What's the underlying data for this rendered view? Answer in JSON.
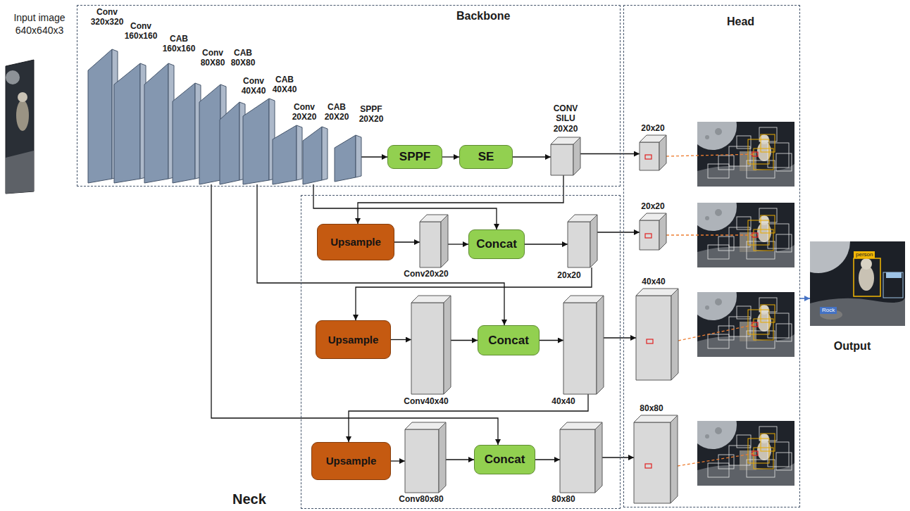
{
  "diagram": {
    "nodes": [
      {
        "text": [
          "Input image 640x640x3"
        ]
      },
      {
        "text": [
          "Backbone"
        ]
      },
      {
        "text": [
          "Conv 320x320"
        ],
        "in": 1
      },
      {
        "text": [
          "Conv 160x160"
        ],
        "in": 1
      },
      {
        "text": [
          "CAB 160x160"
        ],
        "in": 1
      },
      {
        "text": [
          "Conv 80X80"
        ],
        "in": 1
      },
      {
        "text": [
          "CAB 80X80"
        ],
        "in": 1
      },
      {
        "text": [
          "Conv 40X40"
        ],
        "in": 1
      },
      {
        "text": [
          "CAB 40X40"
        ],
        "in": 1
      },
      {
        "text": [
          "Conv 20X20"
        ],
        "in": 1
      },
      {
        "text": [
          "CAB 20X20"
        ],
        "in": 1
      },
      {
        "text": [
          "SPPF 20X20"
        ],
        "in": 1
      },
      {
        "text": [
          "SPPF"
        ],
        "in": 1
      },
      {
        "text": [
          "SE"
        ],
        "in": 1
      },
      {
        "text": [
          "CONV SILU 20X20"
        ],
        "in": 1
      },
      {
        "text": [
          "Head"
        ]
      },
      {
        "text": [
          "20x20"
        ],
        "in": 15
      },
      {
        "text": [
          "20x20"
        ],
        "in": 15
      },
      {
        "text": [
          "40x40"
        ],
        "in": 15
      },
      {
        "text": [
          "80x80"
        ],
        "in": 15
      },
      {
        "text": [
          "Neck"
        ]
      },
      {
        "text": [
          "Upsample"
        ],
        "in": 20
      },
      {
        "text": [
          "Conv20x20"
        ],
        "in": 20
      },
      {
        "text": [
          "Concat"
        ],
        "in": 20
      },
      {
        "text": [
          "20x20"
        ],
        "in": 20
      },
      {
        "text": [
          "Upsample"
        ],
        "in": 20
      },
      {
        "text": [
          "Conv40x40"
        ],
        "in": 20
      },
      {
        "text": [
          "Concat"
        ],
        "in": 20
      },
      {
        "text": [
          "40x40"
        ],
        "in": 20
      },
      {
        "text": [
          "Upsample"
        ],
        "in": 20
      },
      {
        "text": [
          "Conv80x80"
        ],
        "in": 20
      },
      {
        "text": [
          "Concat"
        ],
        "in": 20
      },
      {
        "text": [
          "80x80"
        ],
        "in": 20
      },
      {
        "text": [
          "Output"
        ]
      }
    ],
    "edges": [
      {
        "from": 11,
        "to": 12,
        "arrow": "to"
      },
      {
        "from": 12,
        "to": 13,
        "arrow": "to"
      },
      {
        "from": 13,
        "to": 14,
        "arrow": "to"
      },
      {
        "from": 14,
        "to": 16,
        "arrow": "to"
      },
      {
        "from": 14,
        "to": 21,
        "arrow": "to"
      },
      {
        "from": 10,
        "to": 23,
        "arrow": "to"
      },
      {
        "from": 21,
        "to": 22,
        "arrow": "to"
      },
      {
        "from": 22,
        "to": 23,
        "arrow": "to"
      },
      {
        "from": 23,
        "to": 24,
        "arrow": "to"
      },
      {
        "from": 24,
        "to": 17,
        "arrow": "to"
      },
      {
        "from": 24,
        "to": 25,
        "arrow": "to"
      },
      {
        "from": 8,
        "to": 27,
        "arrow": "to"
      },
      {
        "from": 25,
        "to": 26,
        "arrow": "to"
      },
      {
        "from": 26,
        "to": 27,
        "arrow": "to"
      },
      {
        "from": 27,
        "to": 28,
        "arrow": "to"
      },
      {
        "from": 28,
        "to": 18,
        "arrow": "to"
      },
      {
        "from": 28,
        "to": 29,
        "arrow": "to"
      },
      {
        "from": 6,
        "to": 31,
        "arrow": "to"
      },
      {
        "from": 29,
        "to": 30,
        "arrow": "to"
      },
      {
        "from": 30,
        "to": 31,
        "arrow": "to"
      },
      {
        "from": 31,
        "to": 32,
        "arrow": "to"
      },
      {
        "from": 32,
        "to": 19,
        "arrow": "to"
      },
      {
        "from": 15,
        "to": 33,
        "arrow": "to"
      }
    ],
    "labels": [
      "person",
      "Rock"
    ]
  }
}
